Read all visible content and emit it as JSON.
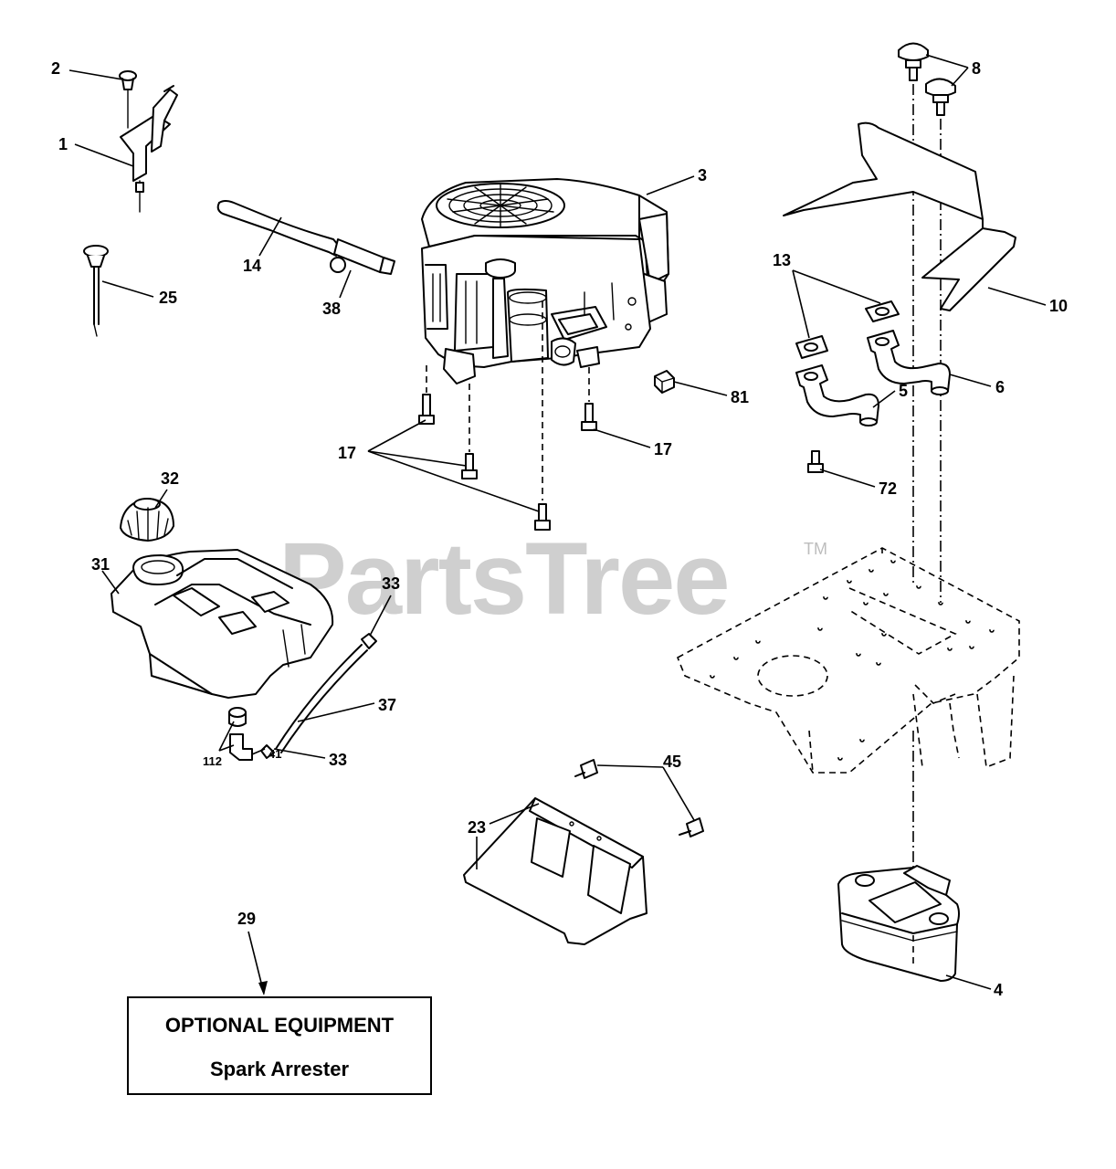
{
  "watermark": {
    "brand": "PartsTree",
    "mark": "TM"
  },
  "callouts": {
    "c1": "1",
    "c2": "2",
    "c3": "3",
    "c4": "4",
    "c5": "5",
    "c6": "6",
    "c8": "8",
    "c10": "10",
    "c13": "13",
    "c14": "14",
    "c17a": "17",
    "c17b": "17",
    "c23": "23",
    "c25": "25",
    "c29": "29",
    "c31": "31",
    "c32": "32",
    "c33a": "33",
    "c33b": "33",
    "c37": "37",
    "c38": "38",
    "c41": "41",
    "c45": "45",
    "c72": "72",
    "c81": "81",
    "c112": "112"
  },
  "optional_box": {
    "title": "OPTIONAL EQUIPMENT",
    "item": "Spark Arrester"
  }
}
